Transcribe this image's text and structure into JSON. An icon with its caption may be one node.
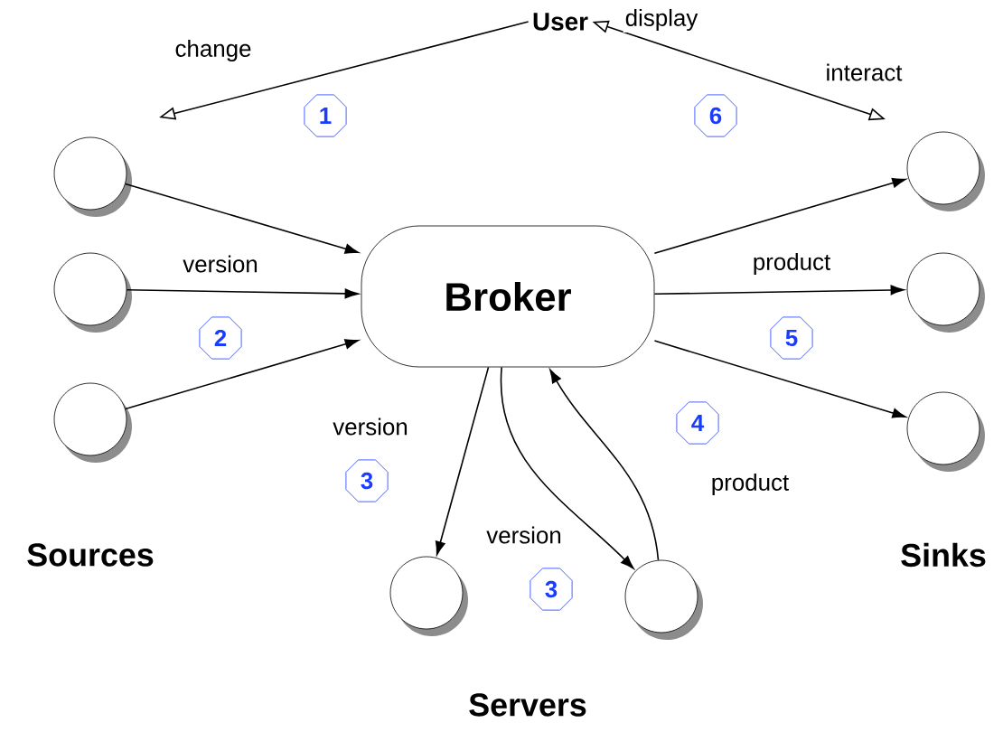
{
  "diagram": {
    "nodes": [
      {
        "text": [
          "User"
        ]
      },
      {
        "text": [
          "Broker"
        ]
      },
      {
        "text": [],
        "shape": "circle"
      },
      {
        "text": [],
        "shape": "circle"
      },
      {
        "text": [],
        "shape": "circle"
      },
      {
        "text": [],
        "shape": "circle"
      },
      {
        "text": [],
        "shape": "circle"
      },
      {
        "text": [],
        "shape": "circle"
      },
      {
        "text": [],
        "shape": "circle"
      },
      {
        "text": [],
        "shape": "circle"
      },
      {
        "text": [
          "1"
        ]
      },
      {
        "text": [
          "6"
        ]
      },
      {
        "text": [
          "2"
        ]
      },
      {
        "text": [
          "5"
        ]
      },
      {
        "text": [
          "4"
        ]
      },
      {
        "text": [
          "3"
        ]
      },
      {
        "text": [
          "3"
        ]
      }
    ],
    "edges": [
      {
        "from": 0,
        "to": null,
        "arrow": "to",
        "label": "change"
      },
      {
        "from": 0,
        "to": null,
        "arrow": "both",
        "label": "display"
      },
      {
        "from": 2,
        "to": 1,
        "arrow": "to"
      },
      {
        "from": 3,
        "to": 1,
        "arrow": "to",
        "label": "version"
      },
      {
        "from": 4,
        "to": 1,
        "arrow": "to"
      },
      {
        "from": 1,
        "to": 5,
        "arrow": "to"
      },
      {
        "from": 1,
        "to": 6,
        "arrow": "to",
        "label": "product"
      },
      {
        "from": 1,
        "to": 7,
        "arrow": "to"
      },
      {
        "from": 1,
        "to": 8,
        "arrow": "to",
        "label": "version"
      },
      {
        "from": 1,
        "to": 9,
        "arrow": "to",
        "label": "version"
      },
      {
        "from": 9,
        "to": 1,
        "arrow": "to",
        "label": "product"
      }
    ],
    "labels": [
      "interact",
      "Sources",
      "Sinks",
      "Servers"
    ]
  }
}
